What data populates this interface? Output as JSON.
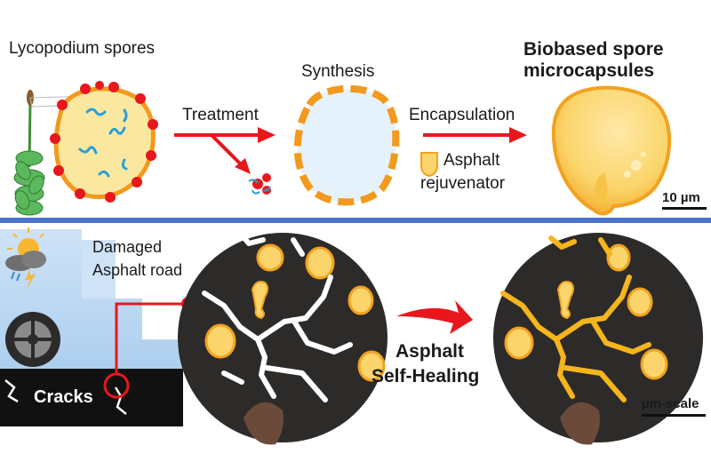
{
  "top_panel": {
    "spores_label": "Lycopodium spores",
    "treatment_label": "Treatment",
    "synthesis_label": "Synthesis",
    "encapsulation_label": "Encapsulation",
    "rejuvenator_line1": "Asphalt",
    "rejuvenator_line2": "rejuvenator",
    "product_line1": "Biobased spore",
    "product_line2": "microcapsules",
    "scale_top": "10 µm"
  },
  "bottom_panel": {
    "damaged_line1": "Damaged",
    "damaged_line2": "Asphalt road",
    "cracks_label": "Cracks",
    "healing_line1": "Asphalt",
    "healing_line2": "Self-Healing",
    "scale_bottom": "µm-scale"
  },
  "colors": {
    "divider": "#4b72c9",
    "arrow_red": "#e8171c",
    "capsule_fill": "#fbd56b",
    "capsule_edge": "#f2a21f",
    "asphalt": "#2d2b2a",
    "healed_crack": "#f5b51c",
    "open_crack": "#ffffff",
    "spore_dot": "#e8171c",
    "strand": "#2a9fd8"
  }
}
